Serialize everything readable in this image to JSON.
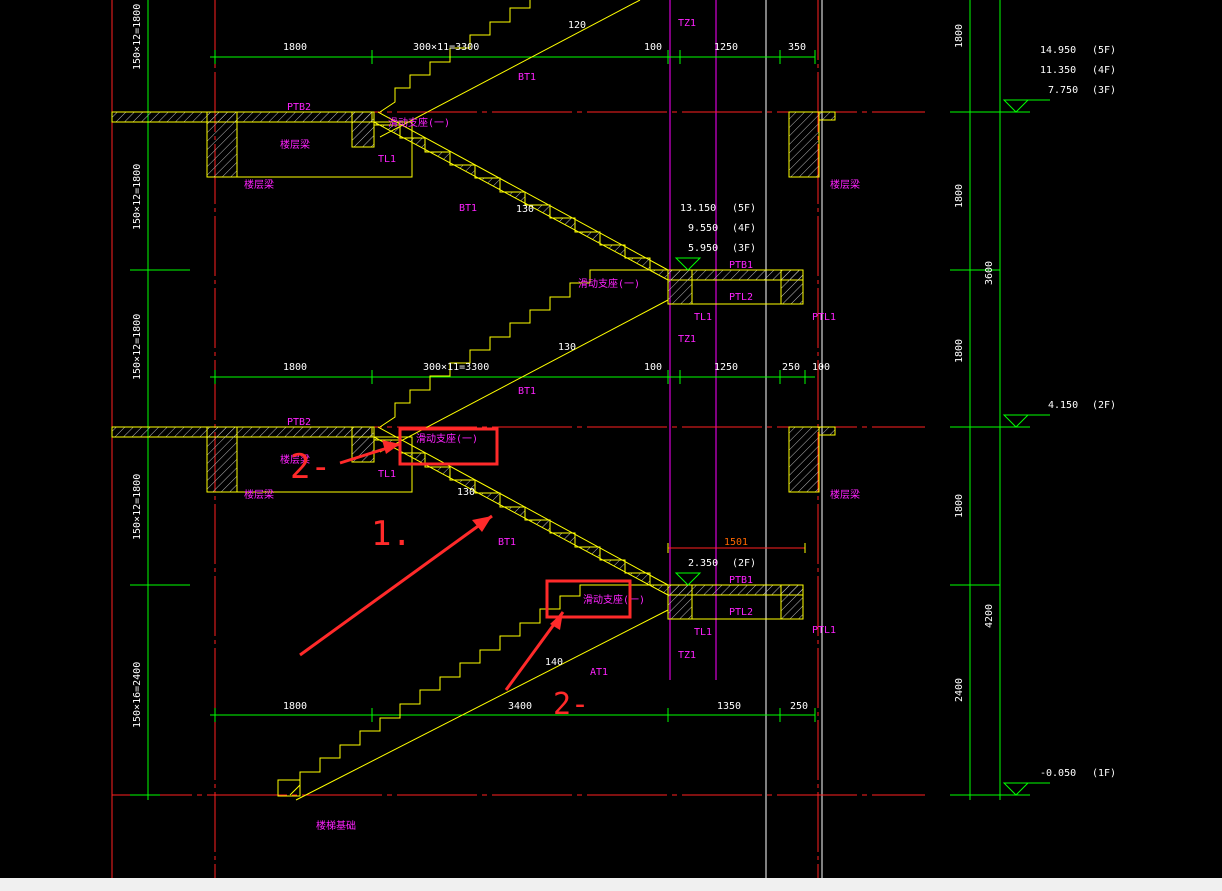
{
  "drawing": {
    "colors": {
      "background": "#000000",
      "dimension": "#00ff00",
      "axis": "#ff2020",
      "structure": "#ffff00",
      "label": "#ff00ff",
      "text": "#ffffff",
      "annotation": "#ff2a2a"
    },
    "left_height_dims": [
      "150×12=1800",
      "150×12=1800",
      "150×12=1800",
      "150×12=1800",
      "150×16=2400"
    ],
    "right_dims": [
      "1800",
      "1800",
      "3600",
      "1800",
      "1800",
      "4200",
      "2400"
    ],
    "horizontal_dims": {
      "row1": [
        "1800",
        "300×11=3300",
        "100",
        "1250",
        "350"
      ],
      "row2": [
        "1800",
        "300×11=3300",
        "100",
        "1250",
        "250",
        "100"
      ],
      "row3": [
        "1800",
        "3400",
        "1350",
        "250"
      ],
      "top_span": "1501"
    },
    "level_groups": {
      "top_right": [
        "14.950",
        "(5F)",
        "11.350",
        "(4F)",
        "7.750",
        "(3F)"
      ],
      "middle": [
        "13.150",
        "(5F)",
        "9.550",
        "(4F)",
        "5.950",
        "(3F)"
      ],
      "level_2f": [
        "4.150",
        "(2F)"
      ],
      "level_2f_landing": [
        "2.350",
        "(2F)"
      ],
      "ground": [
        "-0.050",
        "(1F)"
      ]
    },
    "labels": {
      "ptb2": "PTB2",
      "ptb1": "PTB1",
      "ptl1": "PTL1",
      "ptl2": "PTL2",
      "tl1": "TL1",
      "tz1": "TZ1",
      "bt1": "BT1",
      "at1": "AT1",
      "slide_support": "滑动支座(一)",
      "floor_beam": "楼层梁",
      "stair_foundation": "楼梯基础",
      "slope_120": "120",
      "slope_130": "130",
      "slope_140": "140"
    },
    "handwritten": {
      "one": "1.",
      "two_a": "2-",
      "two_b": "2-"
    }
  }
}
